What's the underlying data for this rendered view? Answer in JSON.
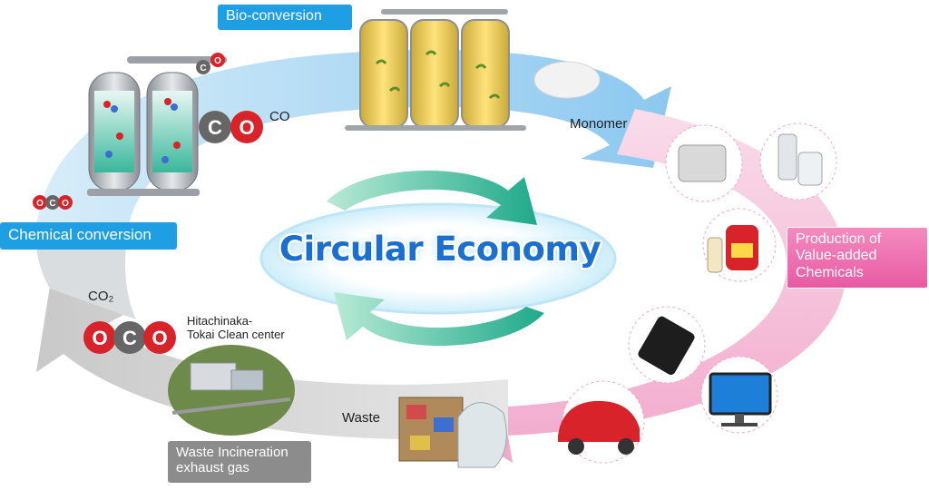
{
  "center": {
    "title": "Circular Economy"
  },
  "stages": {
    "bio_conversion": "Bio-conversion",
    "chemical_conversion": "Chemical conversion",
    "production": "Production of\nValue-added\nChemicals",
    "waste_incineration": "Waste Incineration\nexhaust gas"
  },
  "labels": {
    "co": "CO",
    "co2": "CO₂",
    "monomer": "Monomer",
    "waste": "Waste",
    "plant": "Hitachinaka-\nTokai Clean center"
  },
  "molecules": {
    "carbon": "C",
    "oxygen": "O"
  },
  "colors": {
    "blue_arrow": "#9fd3f3",
    "pink_arrow": "#f4b8d6",
    "gray_arrow": "#d6d6d6",
    "oxygen": "#d8232a",
    "carbon": "#555555",
    "title": "#1a6fd0"
  }
}
